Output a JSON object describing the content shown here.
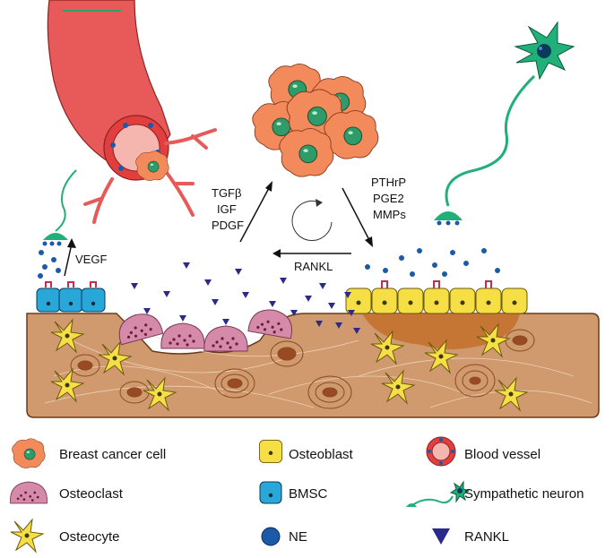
{
  "signals": {
    "growth_factors": [
      "TGFβ",
      "IGF",
      "PDGF"
    ],
    "tumor_factors": [
      "PTHrP",
      "PGE2",
      "MMPs"
    ],
    "vegf": "VEGF",
    "rankl": "RANKL"
  },
  "legend": {
    "breast_cancer_cell": "Breast cancer cell",
    "osteoclast": "Osteoclast",
    "osteocyte": "Osteocyte",
    "osteoblast": "Osteoblast",
    "bmsc": "BMSC",
    "ne": "NE",
    "blood_vessel": "Blood vessel",
    "sympathetic_neuron": "Sympathetic neuron",
    "rankl": "RANKL"
  },
  "colors": {
    "bone": "#d09a6e",
    "cancer": "#f28a5c",
    "osteoblast": "#f6df45",
    "bmsc": "#2aa7d9",
    "osteoclast": "#d48aa8",
    "vessel": "#e85a5a",
    "neuron": "#22b07a",
    "ne": "#1a5aa8",
    "rankl": "#2a2a8a"
  }
}
